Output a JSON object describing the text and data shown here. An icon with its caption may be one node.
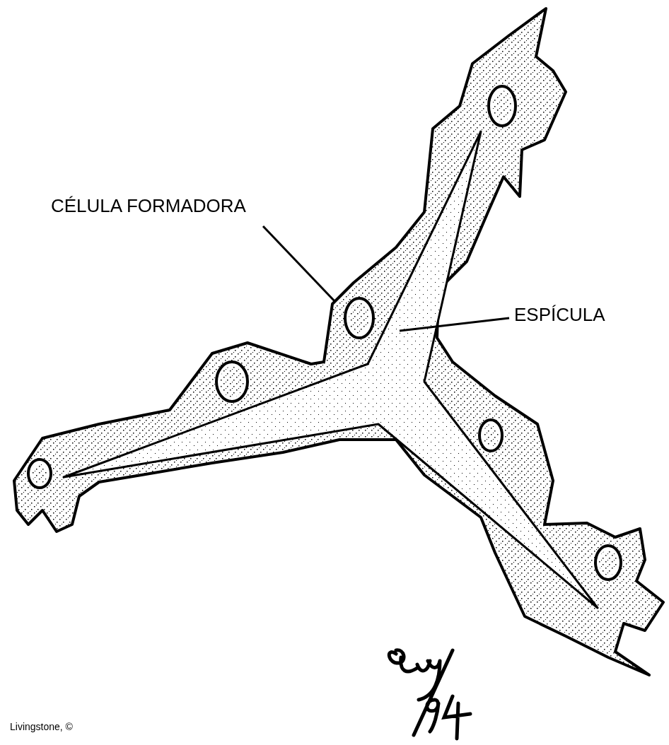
{
  "diagram": {
    "nodes": [
      {
        "text": [
          "CÉLULA FORMADORA"
        ]
      },
      {
        "text": [],
        "shape": "picture"
      },
      {
        "text": [
          "ESPÍCULA"
        ]
      },
      {
        "text": [],
        "shape": "picture",
        "in": 1
      }
    ],
    "edges": [
      {
        "from": 0,
        "to": 1,
        "arrow": "none"
      },
      {
        "from": 2,
        "to": 3,
        "arrow": "none"
      }
    ],
    "labels": [
      "Livingstone, ©"
    ]
  }
}
